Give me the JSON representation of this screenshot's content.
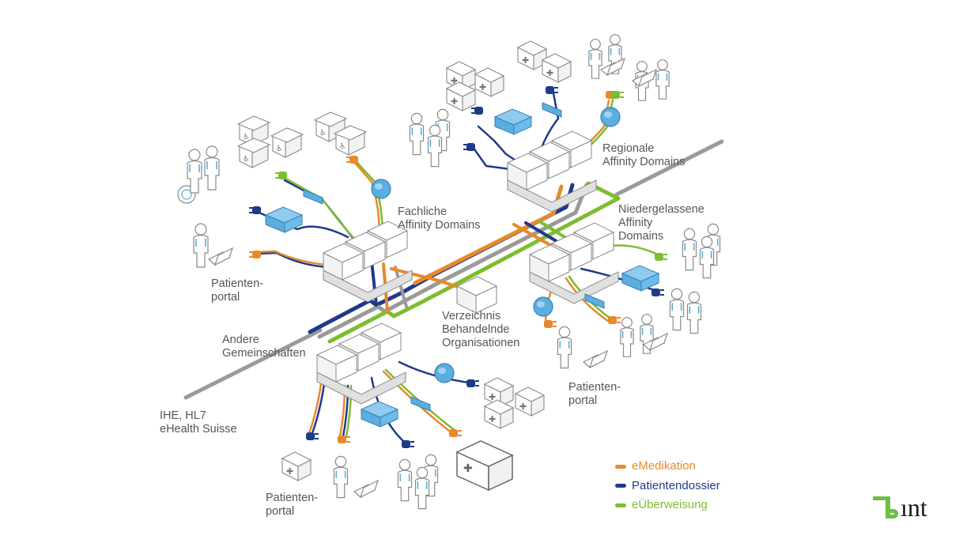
{
  "labels": {
    "regionale": "Regionale\nAffinity Domains",
    "fachliche": "Fachliche\nAffinity Domains",
    "niedergelassene": "Niedergelassene\nAffinity\nDomains",
    "patientenportal_left": "Patienten-\nportal",
    "verzeichnis": "Verzeichnis\nBehandelnde\nOrganisationen",
    "andere": "Andere\nGemeinschaften",
    "patientenportal_right": "Patienten-\nportal",
    "standards": "IHE, HL7\neHealth Suisse",
    "patientenportal_bottom": "Patienten-\nportal"
  },
  "legend": [
    {
      "label": "eMedikation",
      "color": "#e8892b"
    },
    {
      "label": "Patientendossier",
      "color": "#1f3a8a"
    },
    {
      "label": "eÜberweisung",
      "color": "#7dbd2f"
    }
  ],
  "logo": {
    "text": "ınt"
  },
  "colors": {
    "orange": "#e8892b",
    "navy": "#1f3a8a",
    "green": "#7dbd2f",
    "gray": "#9a9a9a",
    "device": "#5aaee0",
    "outline": "#8a8a8a"
  },
  "icons": [
    "server-icon",
    "person-icon",
    "wheelchair-person-icon",
    "house-icon",
    "hospital-icon",
    "laptop-icon",
    "plug-icon",
    "globe-device-icon",
    "network-box-icon",
    "adapter-icon"
  ]
}
